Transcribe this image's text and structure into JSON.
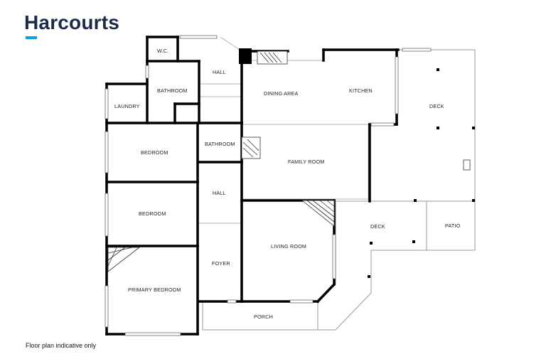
{
  "brand": {
    "name": "Harcourts",
    "accent": "#0aa1dc",
    "color": "#1c2b4a"
  },
  "rooms": {
    "wc": "W.C.",
    "hall_top": "HALL",
    "bathroom_top": "BATHROOM",
    "laundry": "LAUNDRY",
    "dining": "DINING AREA",
    "kitchen": "KITCHEN",
    "deck_right": "DECK",
    "bedroom_1": "BEDROOM",
    "bathroom_mid": "BATHROOM",
    "family": "FAMILY ROOM",
    "hall_mid": "HALL",
    "bedroom_2": "BEDROOM",
    "deck_mid": "DECK",
    "patio": "PATIO",
    "living": "LIVING ROOM",
    "foyer": "FOYER",
    "primary_bedroom": "PRIMARY BEDROOM",
    "porch": "PORCH"
  },
  "note": "Floor plan indicative only"
}
